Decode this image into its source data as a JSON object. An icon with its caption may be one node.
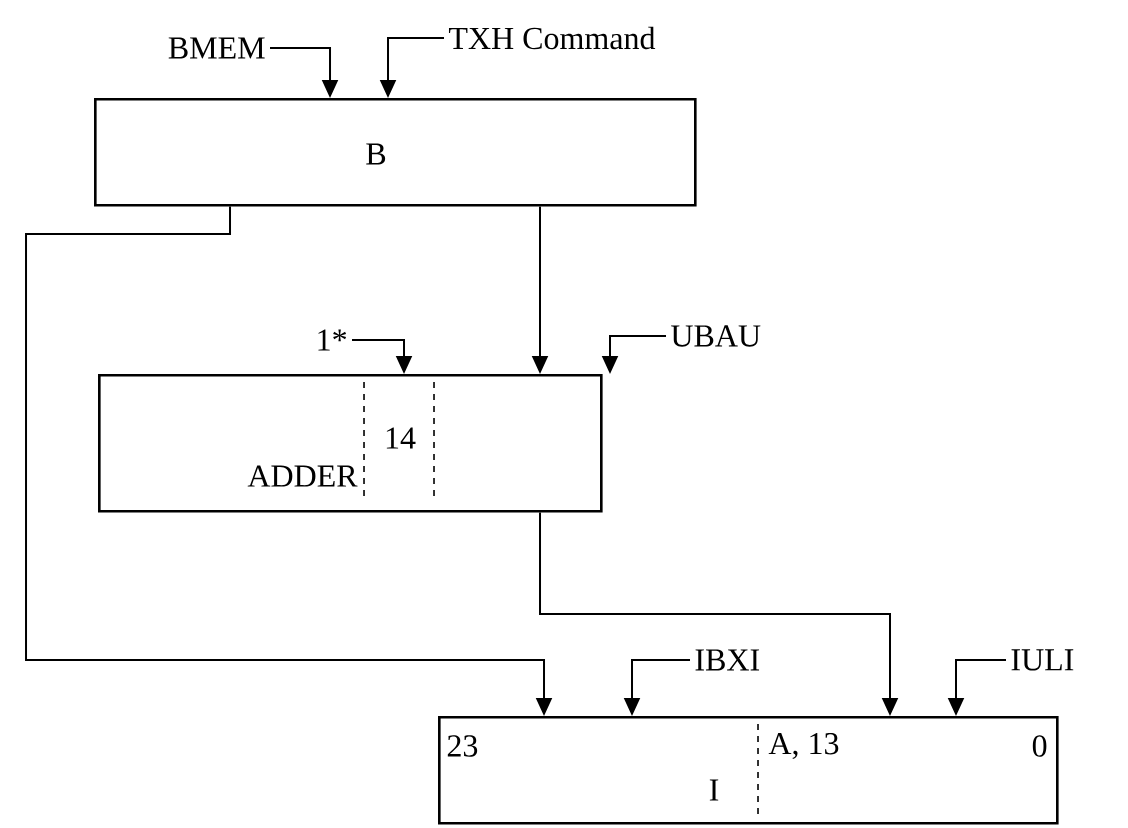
{
  "diagram": {
    "nodes": [
      {
        "text": [
          "BMEM"
        ]
      },
      {
        "text": [
          "TXH Command"
        ]
      },
      {
        "text": [
          "B"
        ]
      },
      {
        "text": [
          "1*"
        ]
      },
      {
        "text": [
          "UBAU"
        ]
      },
      {
        "text": [
          "ADDER",
          "14"
        ]
      },
      {
        "text": [
          "IBXI"
        ]
      },
      {
        "text": [
          "IULI"
        ]
      },
      {
        "text": [
          "23",
          "A, 13",
          "0",
          "I"
        ]
      }
    ],
    "edges": [
      {
        "from": 0,
        "to": 2,
        "arrow": "to"
      },
      {
        "from": 1,
        "to": 2,
        "arrow": "to"
      },
      {
        "from": 2,
        "to": 5,
        "arrow": "to"
      },
      {
        "from": 2,
        "to": 8,
        "arrow": "to"
      },
      {
        "from": 3,
        "to": 5,
        "arrow": "to"
      },
      {
        "from": 4,
        "to": 5,
        "arrow": "to"
      },
      {
        "from": 5,
        "to": 8,
        "arrow": "to"
      },
      {
        "from": 6,
        "to": 8,
        "arrow": "to"
      },
      {
        "from": 7,
        "to": 8,
        "arrow": "to"
      }
    ]
  }
}
